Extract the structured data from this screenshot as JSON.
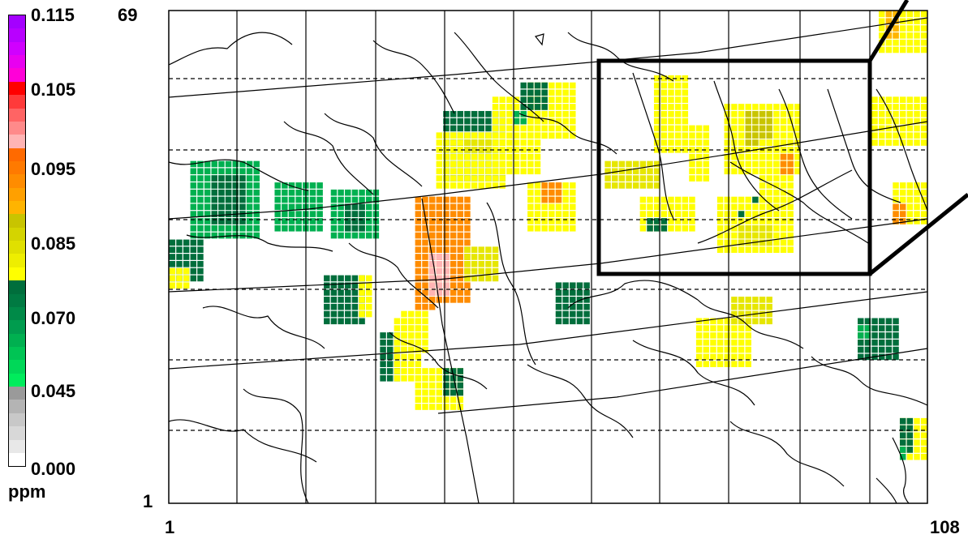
{
  "legend": {
    "unit": "ppm",
    "tick_labels": [
      "0.115",
      "0.105",
      "0.095",
      "0.085",
      "0.070",
      "0.045",
      "0.000"
    ],
    "colors_top_to_bottom": [
      "#a400ff",
      "#b800ff",
      "#d000ff",
      "#e800f0",
      "#ff00d8",
      "#ff0000",
      "#ff3a3a",
      "#ff6464",
      "#ff8a8a",
      "#ffb4b4",
      "#ff6a00",
      "#ff7a00",
      "#ff8c00",
      "#ffa000",
      "#ffb400",
      "#c8c400",
      "#d4d400",
      "#e0e000",
      "#eeee00",
      "#ffff00",
      "#006e3c",
      "#007a42",
      "#008a48",
      "#009c4e",
      "#00b050",
      "#00c454",
      "#00d858",
      "#00ec5c",
      "#9a9a9a",
      "#b4b4b4",
      "#c8c8c8",
      "#d8d8d8",
      "#e8e8e8",
      "#ffffff"
    ]
  },
  "axes": {
    "y_top_label": "69",
    "y_bottom_label": "1",
    "x_left_label": "1",
    "x_right_label": "108"
  },
  "grid": {
    "cols": 108,
    "rows": 69,
    "concentration_colors": {
      "dark_green": "#006e3c",
      "green": "#00b050",
      "light_green": "#00e05a",
      "yellow": "#ffff00",
      "yellow_olive": "#e6e600",
      "olive": "#c8c400",
      "orange": "#ff8c00",
      "light_orange": "#ffb400",
      "pink": "#ffb4b4"
    }
  },
  "map": {
    "boundary_color": "#000000",
    "zoom_box_color": "#000000"
  }
}
